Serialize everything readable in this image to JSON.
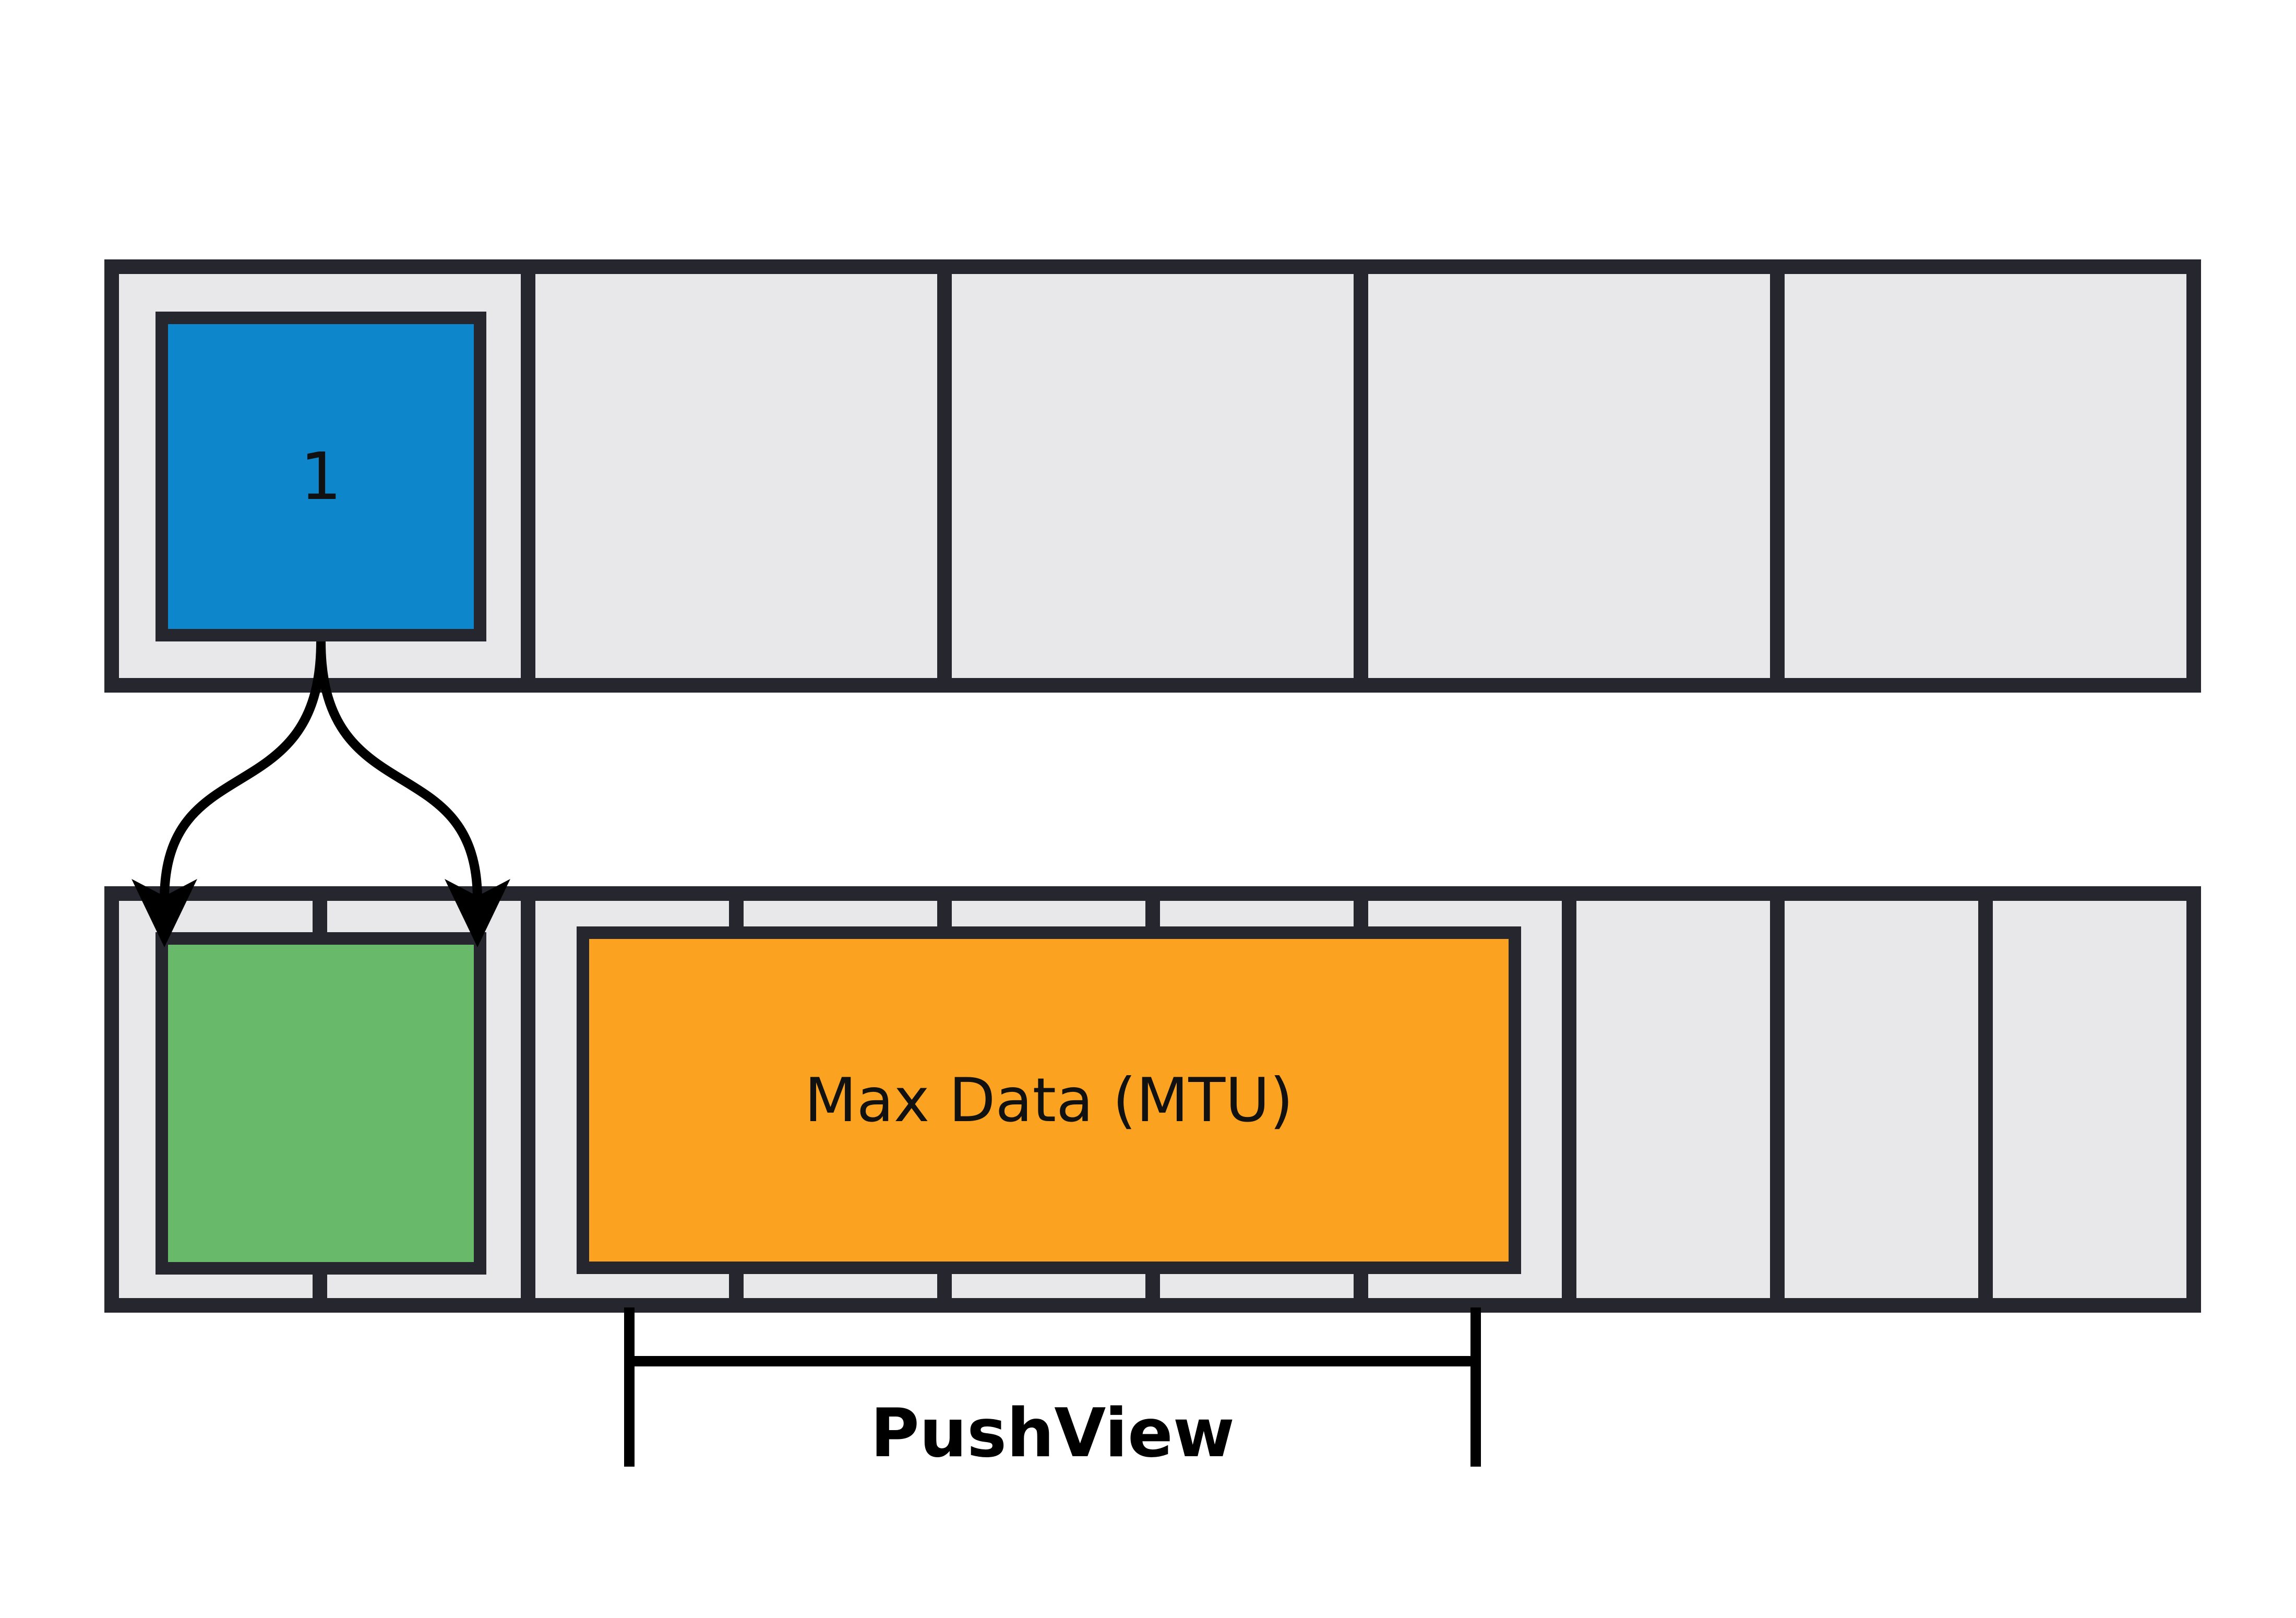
{
  "diagram": {
    "top_row": {
      "cell_count": 5
    },
    "bottom_row": {
      "cell_count": 10
    },
    "fragment_label": "1",
    "mtu_box_label": "Max Data (MTU)",
    "bracket_label": "PushView",
    "colors": {
      "fragment_blue": "#0e86cb",
      "slot_green": "#69b96b",
      "mtu_orange": "#fba321",
      "cell_gray": "#e8e8ea",
      "line_dark": "#26262e",
      "arrow_black": "#000000"
    }
  }
}
